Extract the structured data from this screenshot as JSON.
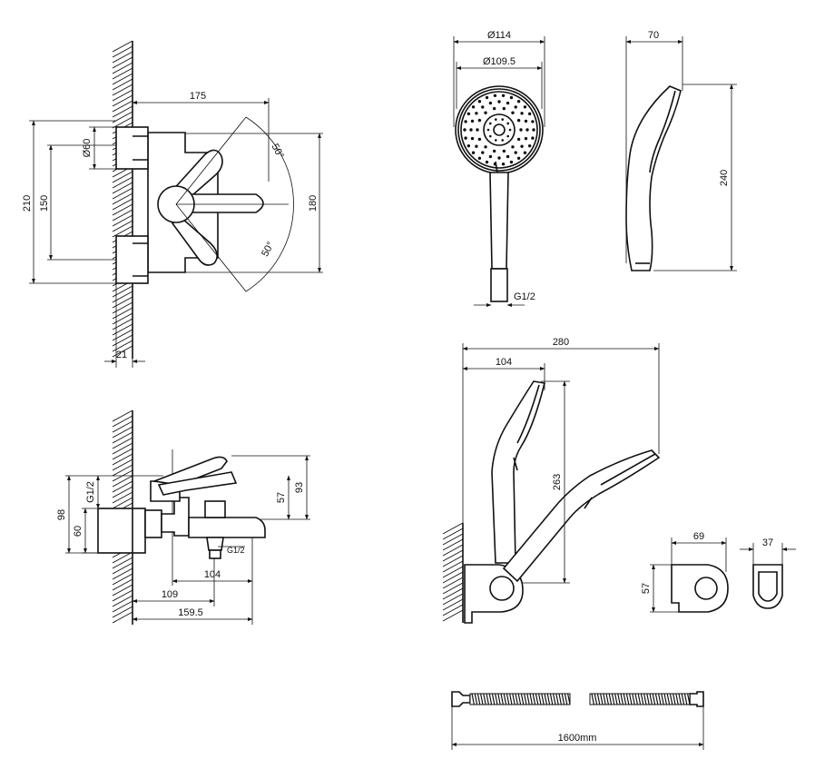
{
  "dimensions": {
    "mixer_front": {
      "width": "175",
      "height_total": "210",
      "height_inner": "150",
      "height_right": "180",
      "diameter": "Ø60",
      "angle_top": "50°",
      "angle_bottom": "50°",
      "wall_offset": "21"
    },
    "mixer_side": {
      "thread": "G1/2",
      "thread_outlet": "G1/2",
      "height_98": "98",
      "height_60": "60",
      "height_57": "57",
      "height_93": "93",
      "depth_104": "104",
      "depth_109": "109",
      "depth_159": "159.5"
    },
    "hand_shower": {
      "diameter_outer": "Ø114",
      "diameter_inner": "Ø109.5",
      "thread": "G1/2",
      "depth": "70",
      "length": "240"
    },
    "holder_assembly": {
      "reach": "280",
      "offset": "104",
      "height": "263"
    },
    "bracket": {
      "width": "69",
      "height": "57",
      "depth": "37"
    },
    "hose": {
      "length": "1600mm"
    }
  }
}
